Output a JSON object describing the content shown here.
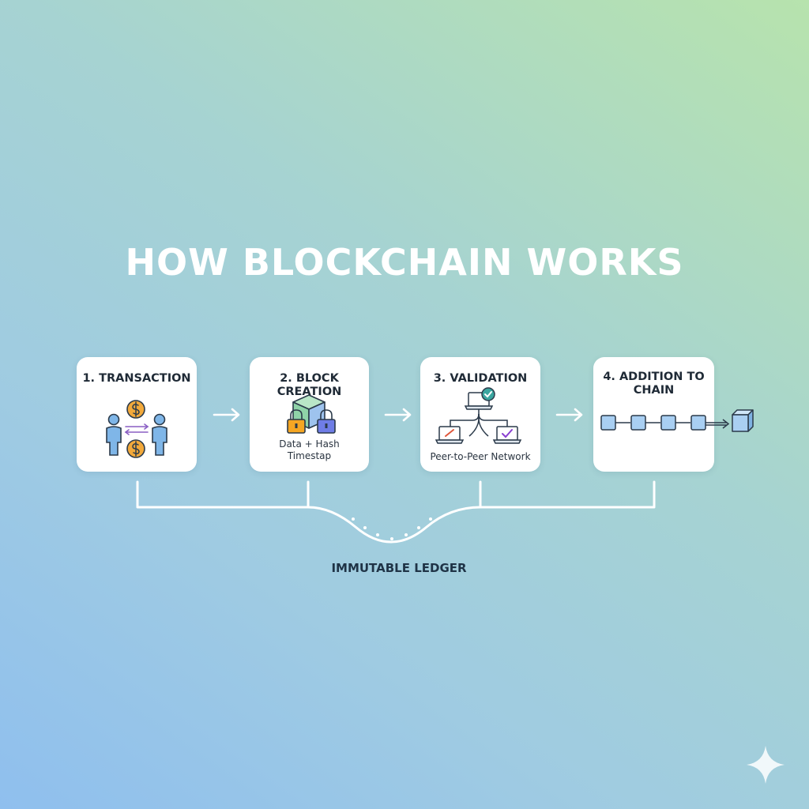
{
  "title": "HOW BLOCKCHAIN WORKS",
  "steps": [
    {
      "label": "1. TRANSACTION",
      "icon": "people-exchange-coins-icon"
    },
    {
      "label": "2. BLOCK CREATION",
      "icon": "locked-block-icon",
      "text_line1": "Data + Hash",
      "text_line2": "Timestap"
    },
    {
      "label": "3. VALIDATION",
      "icon": "network-validation-icon",
      "text": "Peer-to-Peer Network"
    },
    {
      "label_line1": "4. ADDITION TO",
      "label_line2": "CHAIN",
      "icon": "block-chain-icon"
    }
  ],
  "ledger": {
    "label": "IMMUTABLE LEDGER"
  },
  "colors": {
    "coin": "#f2a93b",
    "person": "#7fb6e8",
    "block_green": "#8fd3a8",
    "block_blue": "#9ec3ee",
    "lock_orange": "#f5a623",
    "lock_blue": "#6f7de6",
    "check": "#3aa6a0",
    "chain_block": "#a9cff2",
    "outline": "#2b3a4a"
  }
}
